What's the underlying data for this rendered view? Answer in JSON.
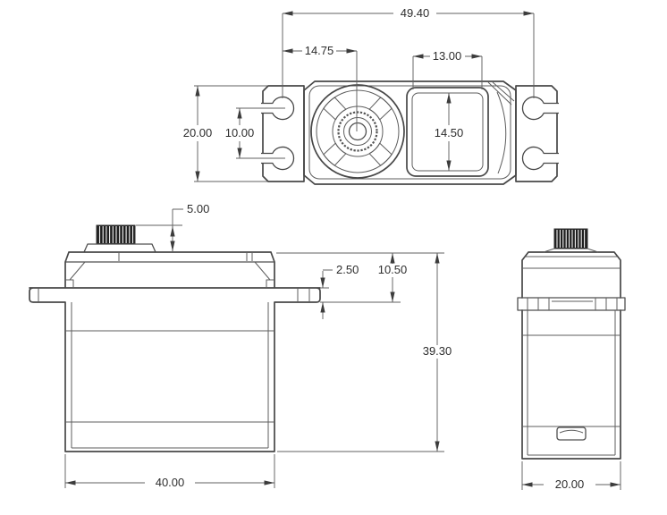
{
  "drawing": {
    "units_note": "",
    "colors": {
      "outline": "#474747",
      "dimension": "#616161",
      "text": "#2d2d2d",
      "spline_fill": "#1f1f1f",
      "background": "#ffffff"
    },
    "dims": {
      "mount_hole_span": "49.40",
      "shaft_center_offset": "14.75",
      "window_width": "13.00",
      "tab_height": "20.00",
      "slot_pitch": "10.00",
      "window_height": "14.50",
      "spline_height": "5.00",
      "flange_thickness": "2.50",
      "flange_drop": "10.50",
      "overall_height": "39.30",
      "case_length": "40.00",
      "case_width": "20.00"
    }
  }
}
